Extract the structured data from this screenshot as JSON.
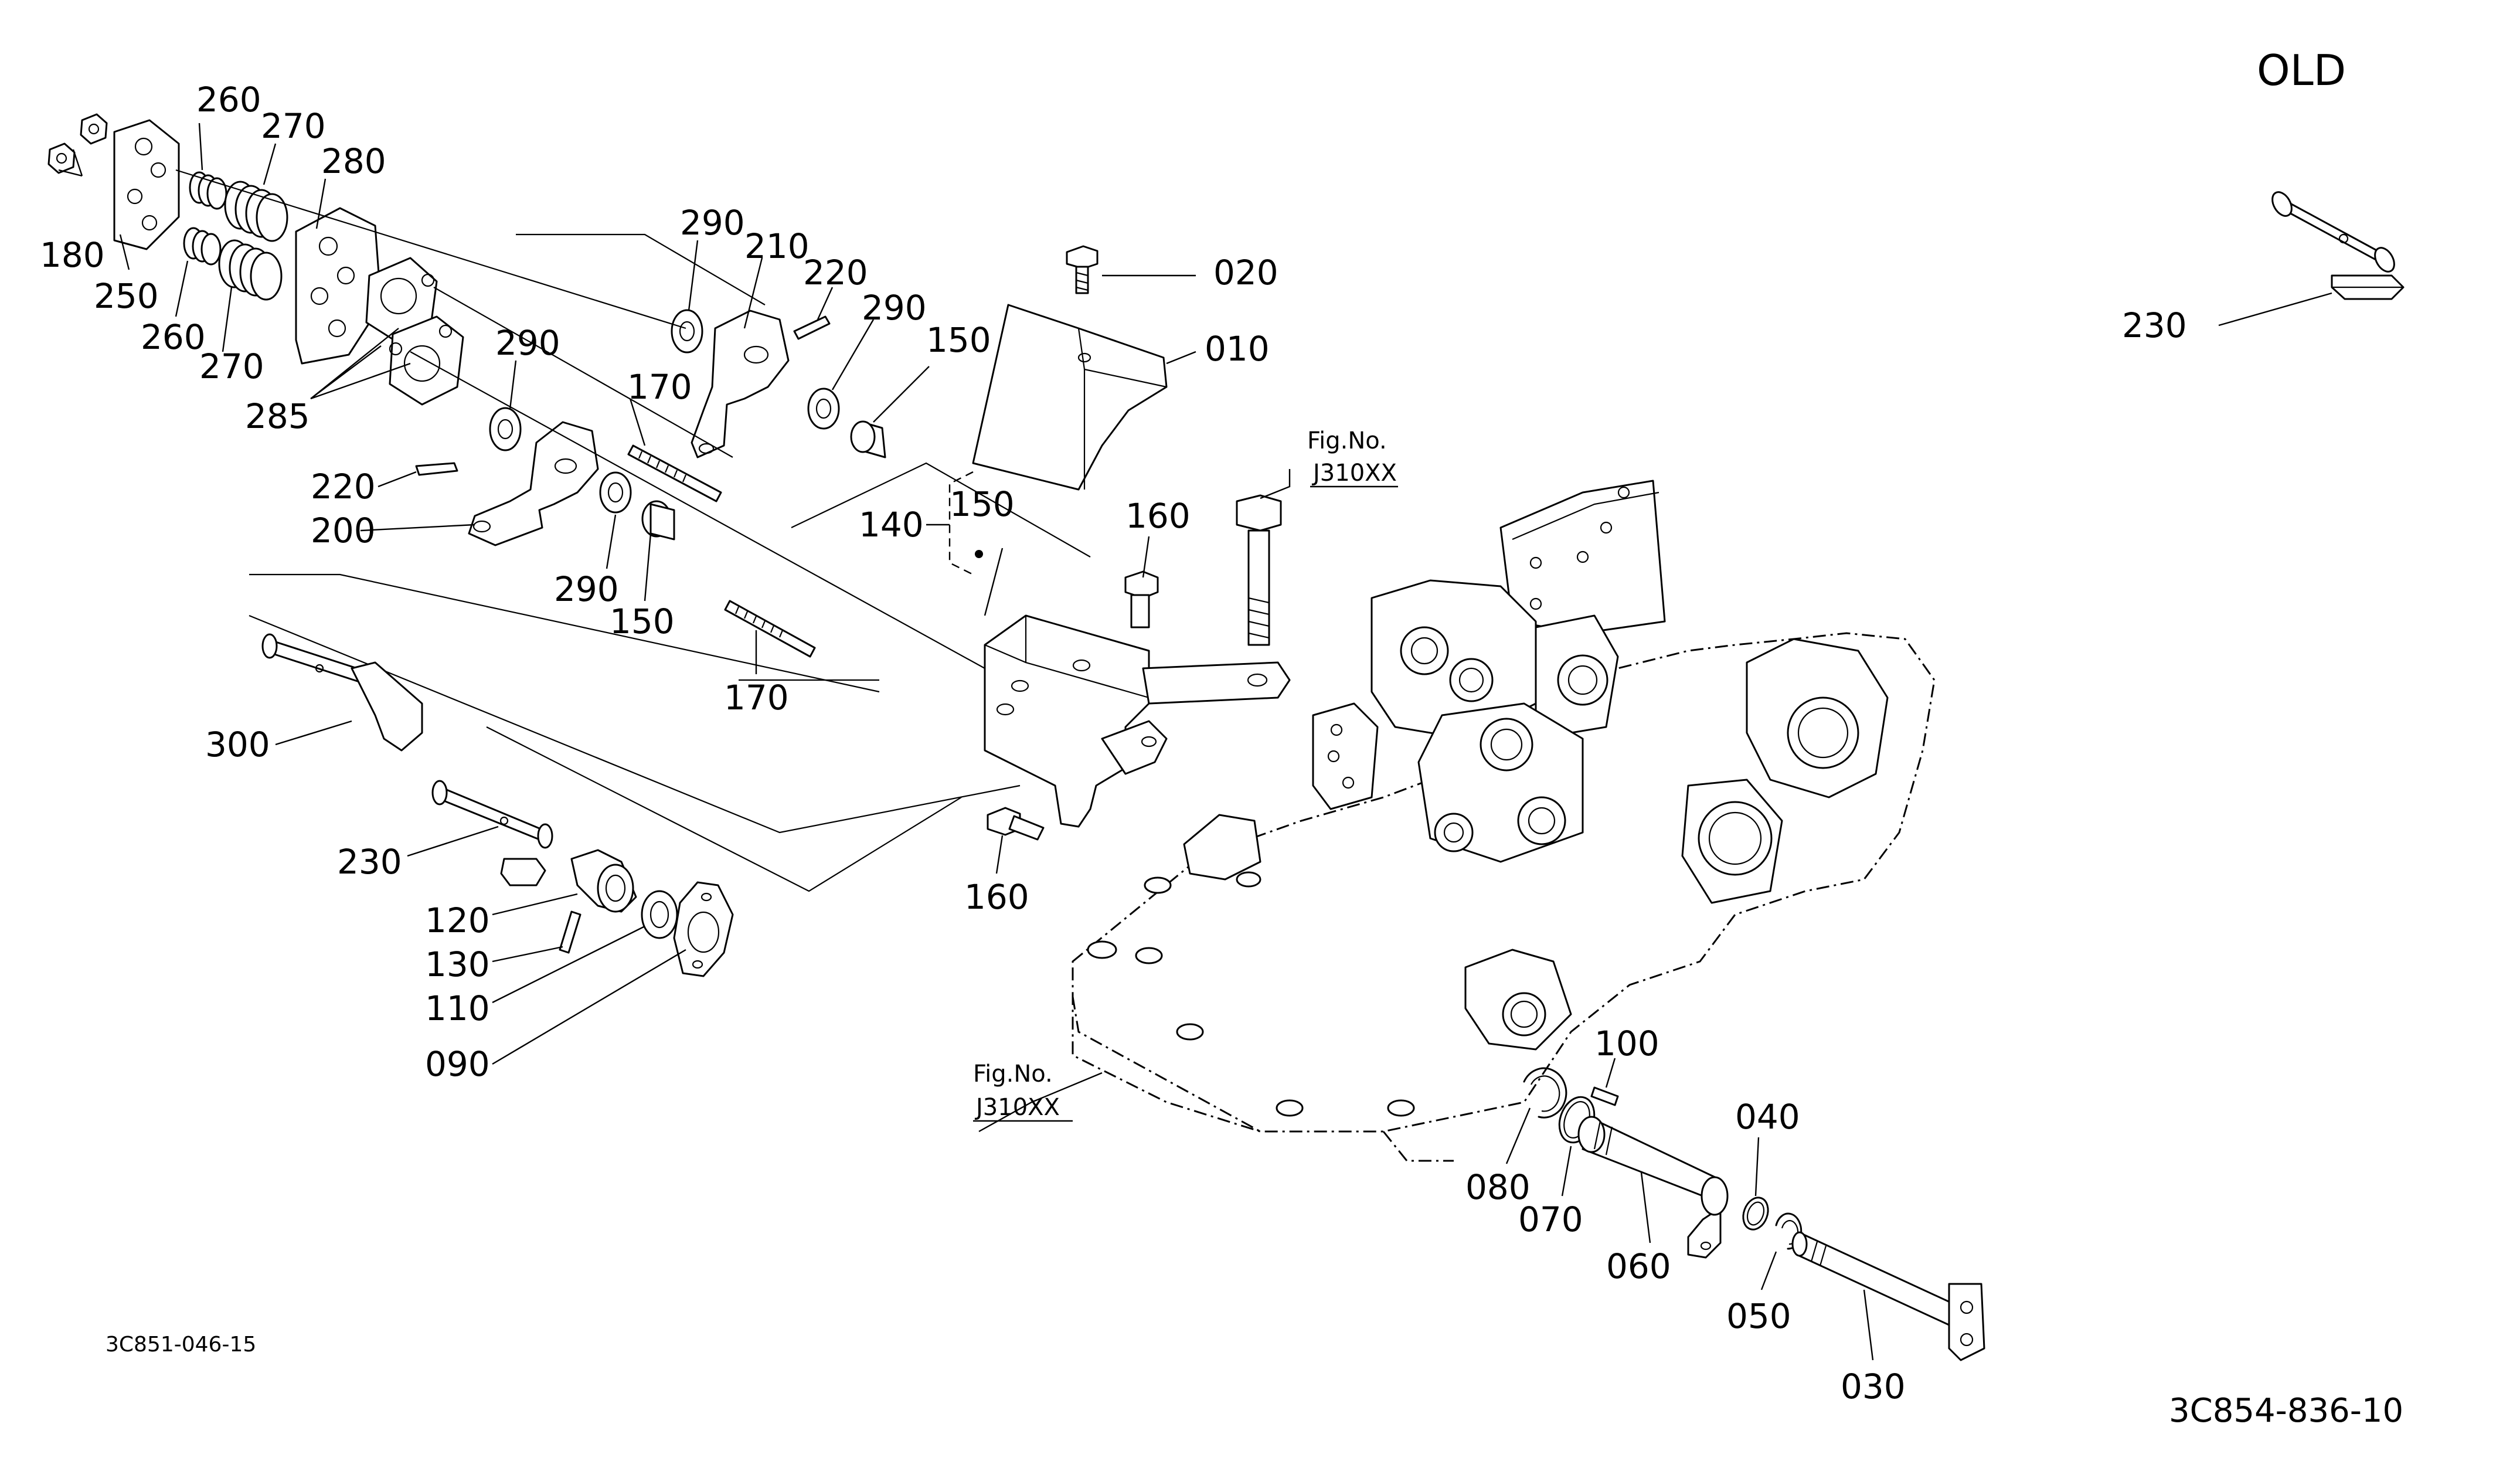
{
  "title": "OLD",
  "diagram_code_left": "3C851-046-15",
  "diagram_code_right": "3C854-836-10",
  "references": [
    {
      "line1": "Fig.No.",
      "line2": "J310XX"
    },
    {
      "line1": "Fig.No.",
      "line2": "J310XX"
    }
  ],
  "callouts": [
    {
      "label": "260"
    },
    {
      "label": "270"
    },
    {
      "label": "280"
    },
    {
      "label": "180"
    },
    {
      "label": "250"
    },
    {
      "label": "260"
    },
    {
      "label": "270"
    },
    {
      "label": "285"
    },
    {
      "label": "290"
    },
    {
      "label": "210"
    },
    {
      "label": "220"
    },
    {
      "label": "290"
    },
    {
      "label": "150"
    },
    {
      "label": "020"
    },
    {
      "label": "010"
    },
    {
      "label": "290"
    },
    {
      "label": "170"
    },
    {
      "label": "220"
    },
    {
      "label": "200"
    },
    {
      "label": "140"
    },
    {
      "label": "150"
    },
    {
      "label": "160"
    },
    {
      "label": "290"
    },
    {
      "label": "150"
    },
    {
      "label": "170"
    },
    {
      "label": "300"
    },
    {
      "label": "230"
    },
    {
      "label": "120"
    },
    {
      "label": "130"
    },
    {
      "label": "110"
    },
    {
      "label": "090"
    },
    {
      "label": "160"
    },
    {
      "label": "100"
    },
    {
      "label": "040"
    },
    {
      "label": "080"
    },
    {
      "label": "070"
    },
    {
      "label": "060"
    },
    {
      "label": "050"
    },
    {
      "label": "030"
    },
    {
      "label": "230"
    }
  ]
}
